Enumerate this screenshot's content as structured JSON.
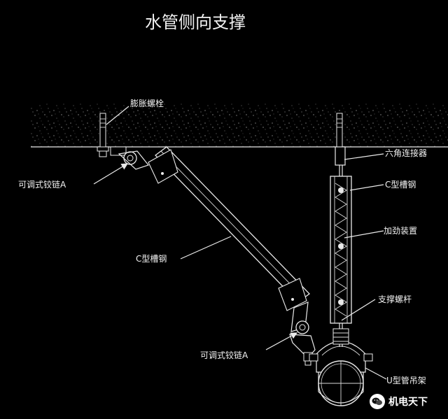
{
  "title": "水管侧向支撑",
  "labels": {
    "expansion_bolt": "膨胀螺栓",
    "hinge_a_upper": "可调式铰链A",
    "hex_connector": "六角连接器",
    "c_channel_right": "C型槽钢",
    "reinforcement": "加劲装置",
    "c_channel_diagonal": "C型槽钢",
    "support_rod": "支撑螺杆",
    "hinge_a_lower": "可调式铰链A",
    "u_pipe_hanger": "U型管吊架"
  },
  "watermark": "机电天下",
  "colors": {
    "background": "#000000",
    "lines": "#eaeaea",
    "text": "#f2f2f2"
  }
}
